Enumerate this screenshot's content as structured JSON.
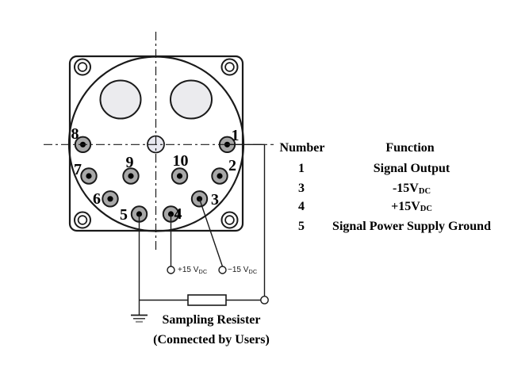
{
  "figure": {
    "pins": [
      {
        "number": "1"
      },
      {
        "number": "2"
      },
      {
        "number": "3"
      },
      {
        "number": "4"
      },
      {
        "number": "5"
      },
      {
        "number": "6"
      },
      {
        "number": "7"
      },
      {
        "number": "8"
      },
      {
        "number": "9"
      },
      {
        "number": "10"
      }
    ],
    "terminals": [
      {
        "main": "+15 V",
        "sub": "DC"
      },
      {
        "main": "−15 V",
        "sub": "DC"
      }
    ],
    "captions": {
      "line1": "Sampling Resister",
      "line2": "(Connected by Users)"
    }
  },
  "table": {
    "header": {
      "number": "Number",
      "function": "Function"
    },
    "rows": [
      {
        "number": "1",
        "function_main": "Signal Output",
        "function_sub": ""
      },
      {
        "number": "3",
        "function_main": "-15V",
        "function_sub": "DC"
      },
      {
        "number": "4",
        "function_main": "+15V",
        "function_sub": "DC"
      },
      {
        "number": "5",
        "function_main": "Signal Power Supply Ground",
        "function_sub": ""
      }
    ]
  },
  "colors": {
    "line": "#1a1a1a",
    "pin_fill": "#a8a8a8",
    "hole_fill": "#ebebee",
    "background": "#ffffff"
  }
}
